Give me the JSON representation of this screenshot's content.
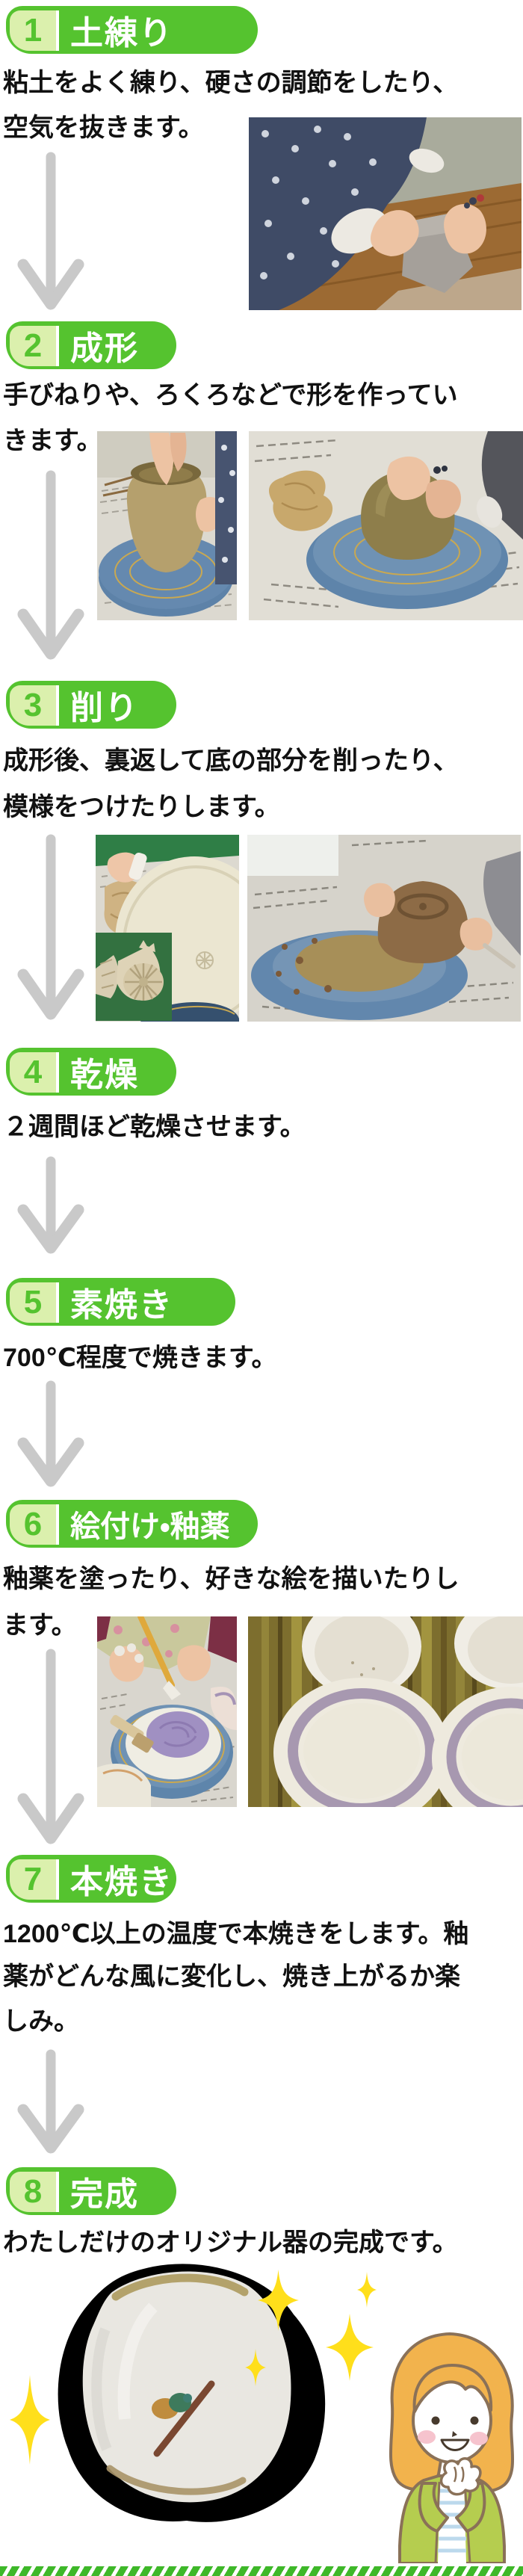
{
  "page": {
    "lang": "ja",
    "background": "#ffffff",
    "description_domain": "pottery-process-flow"
  },
  "colors": {
    "badge_green": "#55c32f",
    "badge_light_green": "#dbf0ad",
    "badge_number_green": "#55c32f",
    "badge_title_white": "#ffffff",
    "body_text": "#111111",
    "arrow_gray": "#c9c9c9",
    "sparkle_yellow": "#ffdf1b",
    "footer_stripe_green": "#3eb829"
  },
  "steps": [
    {
      "num": "1",
      "title": "土練り",
      "lines": [
        "粘土をよく練り、硬さの調節をしたり、",
        "空気を抜きます。"
      ]
    },
    {
      "num": "2",
      "title": "成形",
      "lines": [
        "手びねりや、ろくろなどで形を作ってい",
        "きます。"
      ]
    },
    {
      "num": "3",
      "title": "削り",
      "lines": [
        "成形後、裏返して底の部分を削ったり、",
        "模様をつけたりします。"
      ]
    },
    {
      "num": "4",
      "title": "乾燥",
      "lines": [
        "２週間ほど乾燥させます。"
      ]
    },
    {
      "num": "5",
      "title": "素焼き",
      "lines": [
        "700℃程度で焼きます。"
      ]
    },
    {
      "num": "6",
      "title": "絵付け・釉薬",
      "lines": [
        "釉薬を塗ったり、好きな絵を描いたりし",
        "ます。"
      ]
    },
    {
      "num": "7",
      "title": "本焼き",
      "lines": [
        "1200℃以上の温度で本焼きをします。釉",
        "薬がどんな風に変化し、焼き上がるか楽",
        "しみ。"
      ]
    },
    {
      "num": "8",
      "title": "完成",
      "lines": [
        "わたしだけのオリジナル器の完成です。"
      ]
    }
  ]
}
